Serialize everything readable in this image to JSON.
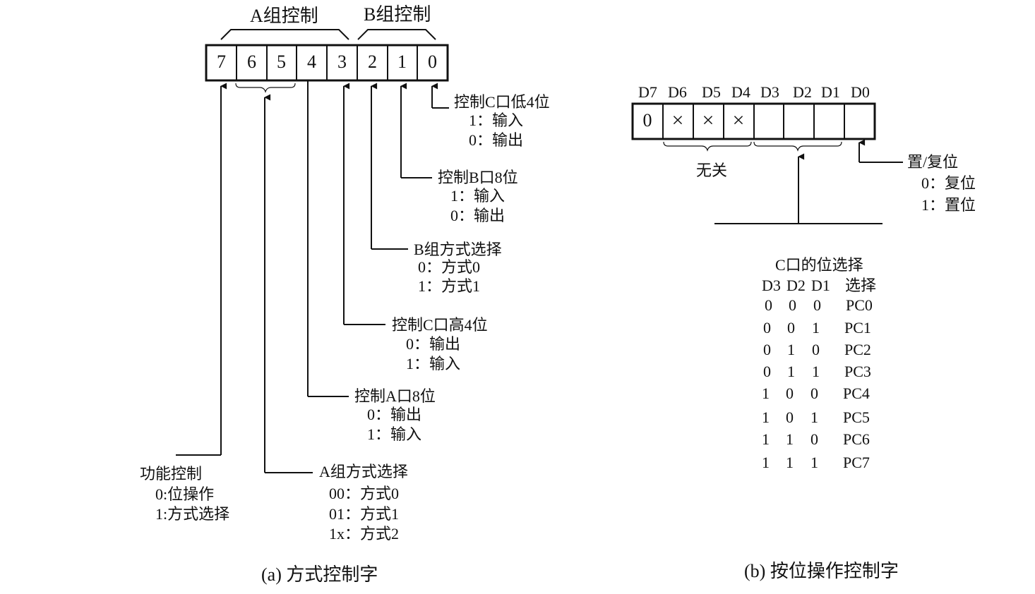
{
  "panel_a": {
    "group_a_label": "A组控制",
    "group_b_label": "B组控制",
    "bits": [
      "7",
      "6",
      "5",
      "4",
      "3",
      "2",
      "1",
      "0"
    ],
    "caption": "(a) 方式控制字",
    "annotations": {
      "bit0": {
        "title": "控制C口低4位",
        "line1": "1：输入",
        "line2": "0：输出"
      },
      "bit1": {
        "title": "控制B口8位",
        "line1": "1：输入",
        "line2": "0：输出"
      },
      "bit2": {
        "title": "B组方式选择",
        "line1": "0：方式0",
        "line2": "1：方式1"
      },
      "bit3": {
        "title": "控制C口高4位",
        "line1": "0：输出",
        "line2": "1：输入"
      },
      "bit4": {
        "title": "控制A口8位",
        "line1": "0：输出",
        "line2": "1：输入"
      },
      "bit65": {
        "title": "A组方式选择",
        "line1": "00：方式0",
        "line2": "01：方式1",
        "line3": "1x：方式2"
      },
      "bit7": {
        "title": "功能控制",
        "line1": "0:位操作",
        "line2": "1:方式选择"
      }
    }
  },
  "panel_b": {
    "bit_headers": [
      "D7",
      "D6",
      "D5",
      "D4",
      "D3",
      "D2",
      "D1",
      "D0"
    ],
    "cells": [
      "0",
      "×",
      "×",
      "×",
      "",
      "",
      "",
      ""
    ],
    "dont_care_label": "无关",
    "set_reset": {
      "title": "置/复位",
      "line1": "0：复位",
      "line2": "1：置位"
    },
    "table": {
      "title": "C口的位选择",
      "headers": [
        "D3",
        "D2",
        "D1",
        "选择"
      ],
      "rows": [
        [
          "0",
          "0",
          "0",
          "PC0"
        ],
        [
          "0",
          "0",
          "1",
          "PC1"
        ],
        [
          "0",
          "1",
          "0",
          "PC2"
        ],
        [
          "0",
          "1",
          "1",
          "PC3"
        ],
        [
          "1",
          "0",
          "0",
          "PC4"
        ],
        [
          "1",
          "0",
          "1",
          "PC5"
        ],
        [
          "1",
          "1",
          "0",
          "PC6"
        ],
        [
          "1",
          "1",
          "1",
          "PC7"
        ]
      ]
    },
    "caption": "(b) 按位操作控制字"
  }
}
